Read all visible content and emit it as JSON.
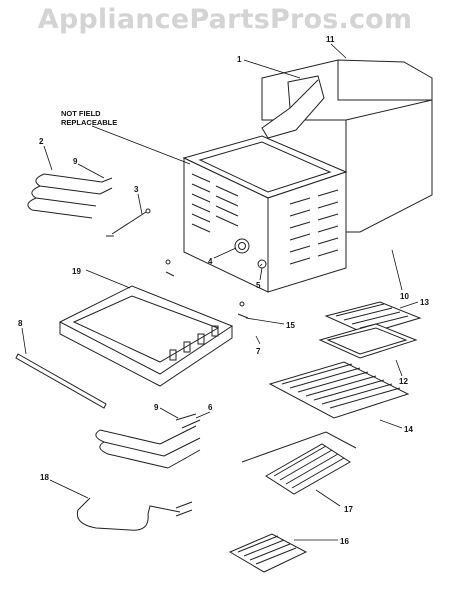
{
  "watermark": "AppliancePartsPros.com",
  "note": {
    "line1": "NOT FIELD",
    "line2": "REPLACEABLE"
  },
  "labels": {
    "l1": "1",
    "l2": "2",
    "l3": "3",
    "l4": "4",
    "l5": "5",
    "l6": "6",
    "l7": "7",
    "l8": "8",
    "l9a": "9",
    "l9b": "9",
    "l10": "10",
    "l11": "11",
    "l12": "12",
    "l13": "13",
    "l14": "14",
    "l15": "15",
    "l16": "16",
    "l17": "17",
    "l18": "18",
    "l19": "19"
  }
}
